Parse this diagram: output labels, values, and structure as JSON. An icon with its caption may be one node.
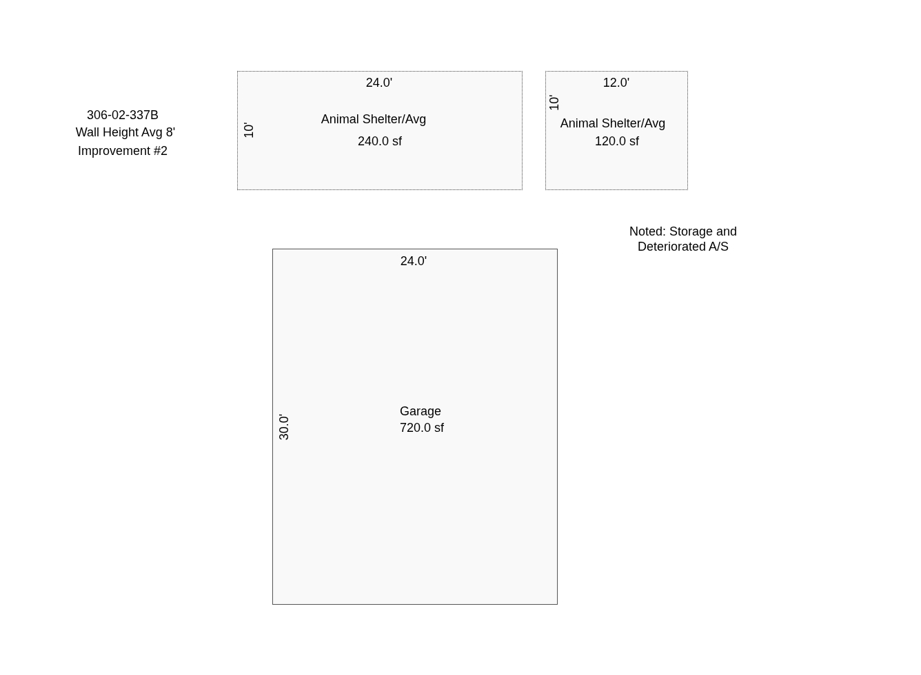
{
  "diagram": {
    "nodes": [
      {
        "text": [
          "Animal Shelter/Avg",
          "240.0 sf"
        ]
      },
      {
        "text": [
          "Animal Shelter/Avg",
          "120.0 sf"
        ]
      },
      {
        "text": [
          "Garage",
          "720.0 sf"
        ]
      }
    ],
    "labels": [
      "306-02-337B",
      "Wall Height Avg 8'",
      "Improvement #2",
      "24.0'",
      "12.0'",
      "10'",
      "10'",
      "Noted: Storage and Deteriorated A/S",
      "24.0'",
      "30.0'"
    ]
  }
}
